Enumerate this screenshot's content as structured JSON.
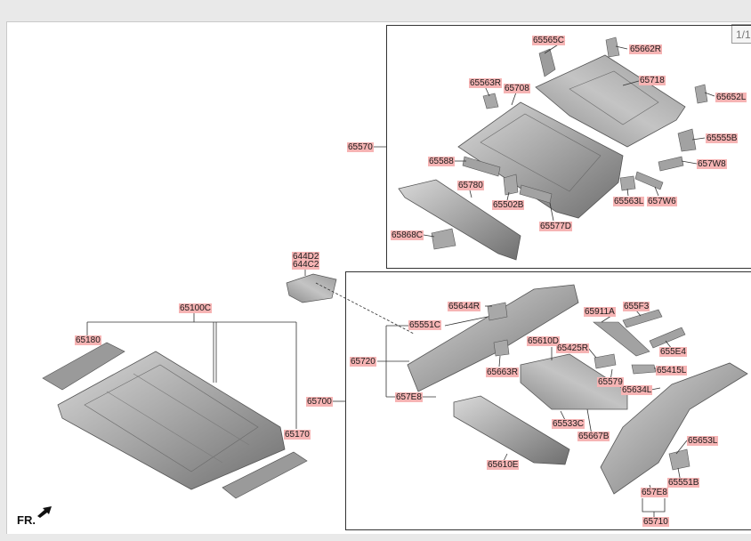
{
  "viewer": {
    "page_indicator": "1/1"
  },
  "orientation": {
    "label": "FR.",
    "icon": "front-arrow-icon"
  },
  "part_labels": {
    "p65565C": "65565C",
    "p65662R": "65662R",
    "p65563R": "65563R",
    "p65708": "65708",
    "p65718": "65718",
    "p65652L": "65652L",
    "p65570": "65570",
    "p65555B": "65555B",
    "p65588": "65588",
    "p657W8": "657W8",
    "p65780": "65780",
    "p65502B": "65502B",
    "p65563L": "65563L",
    "p657W6": "657W6",
    "p65577D": "65577D",
    "p65868C": "65868C",
    "p644D2": "644D2",
    "p644C2": "644C2",
    "p65100C": "65100C",
    "p65180": "65180",
    "p65170": "65170",
    "p65644R": "65644R",
    "p65551C": "65551C",
    "p65911A": "65911A",
    "p655F3": "655F3",
    "p65720": "65720",
    "p65610D": "65610D",
    "p65425R": "65425R",
    "p655E4": "655E4",
    "p65663R": "65663R",
    "p65415L": "65415L",
    "p65579": "65579",
    "p65634L": "65634L",
    "p65700": "65700",
    "p657E8a": "657E8",
    "p65533C": "65533C",
    "p65667B": "65667B",
    "p65653L": "65653L",
    "p65610E": "65610E",
    "p65551B": "65551B",
    "p657E8b": "657E8",
    "p65710": "65710"
  },
  "colors": {
    "label_highlight": "#f6b4b4",
    "part_fill": "#a9a9a9",
    "part_dark": "#7d7d7d",
    "line": "#333333"
  }
}
